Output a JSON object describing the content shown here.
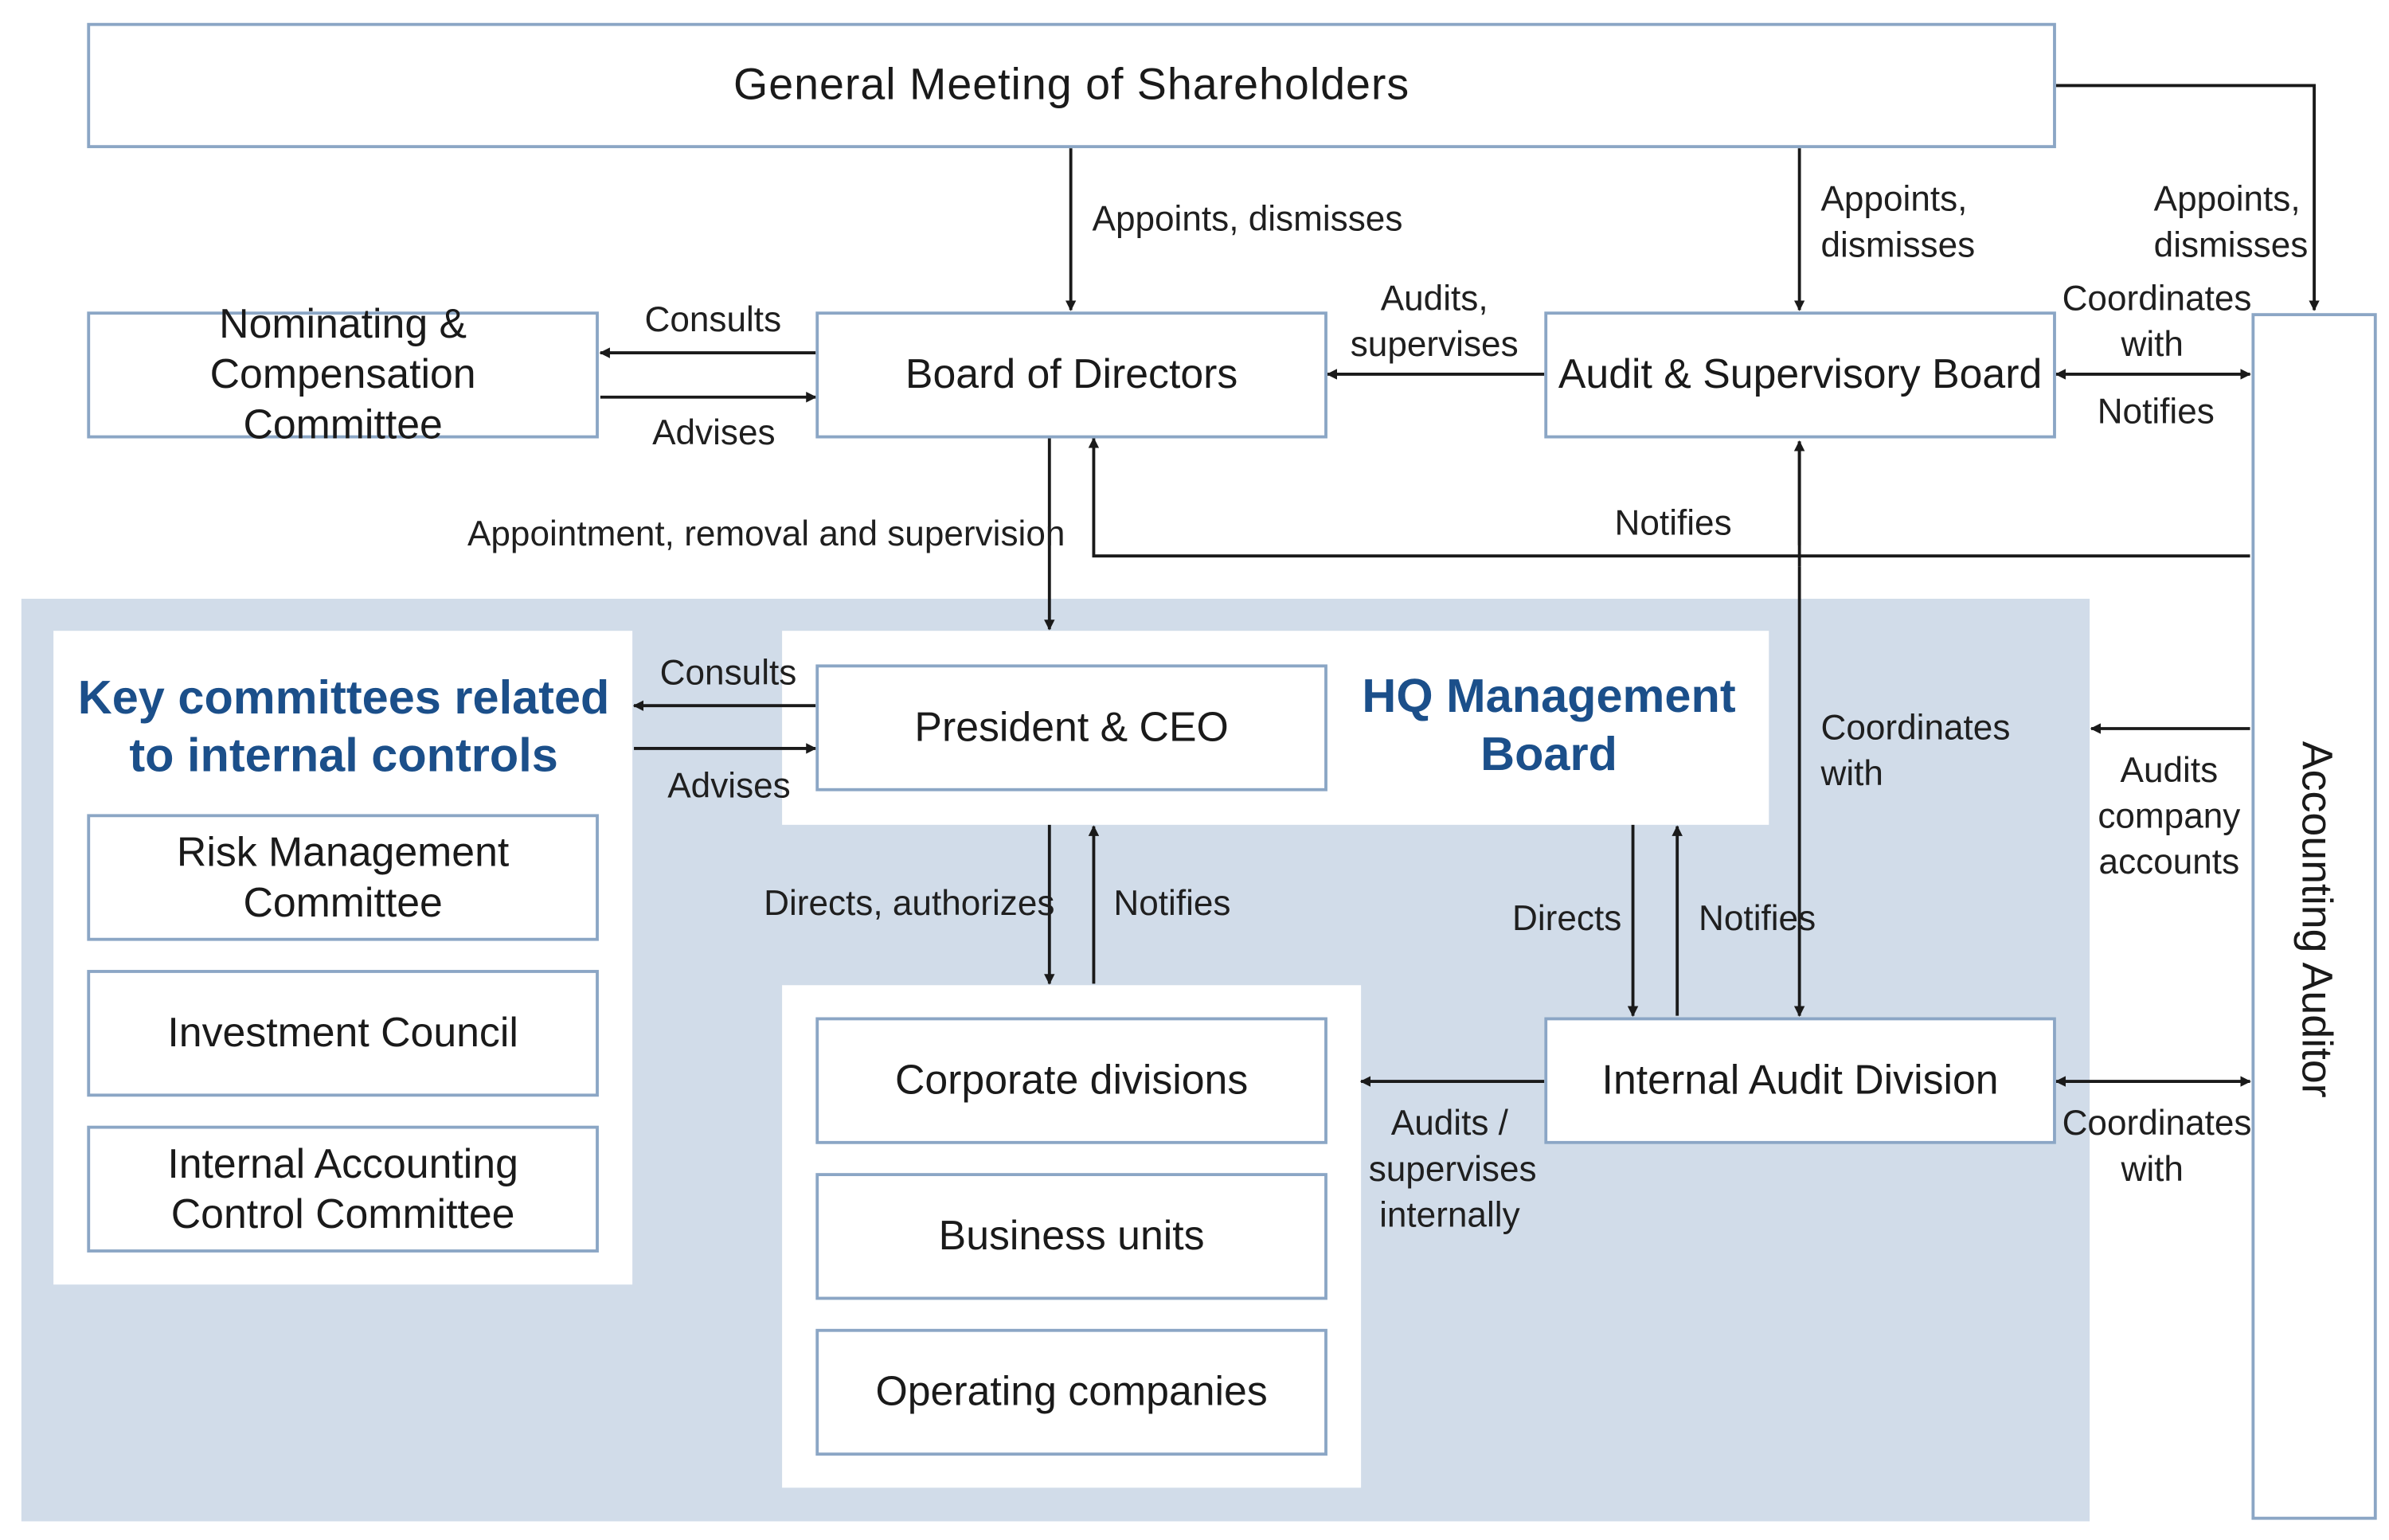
{
  "boxes": {
    "shareholders": "General Meeting of Shareholders",
    "nominating": "Nominating & Compensation Committee",
    "board": "Board of Directors",
    "audit_board": "Audit & Supervisory Board",
    "accounting_auditor": "Accounting Auditor",
    "president": "President & CEO",
    "risk": "Risk Management Committee",
    "investment": "Investment Council",
    "internal_accounting": "Internal Accounting Control Committee",
    "corporate": "Corporate divisions",
    "business": "Business units",
    "operating": "Operating companies",
    "internal_audit": "Internal Audit Division"
  },
  "headings": {
    "key_committees": "Key committees related to internal controls",
    "hq_board": "HQ Management Board"
  },
  "labels": {
    "appoints_board": "Appoints, dismisses",
    "appoints_audit": "Appoints, dismisses",
    "appoints_auditor": "Appoints, dismisses",
    "consults_top": "Consults",
    "advises_top": "Advises",
    "audits_supervises": "Audits, supervises",
    "coordinates_top": "Coordinates with",
    "notifies_audit_board": "Notifies",
    "appointment_removal": "Appointment, removal and supervision",
    "notifies_board": "Notifies",
    "consults_mid": "Consults",
    "advises_mid": "Advises",
    "coordinates_mid": "Coordinates with",
    "audits_company_accounts": "Audits company accounts",
    "directs_authorizes": "Directs, authorizes",
    "notifies_president": "Notifies",
    "directs": "Directs",
    "notifies_hq": "Notifies",
    "audits_supervises_internally": "Audits / supervises internally",
    "coordinates_bottom": "Coordinates with"
  },
  "colors": {
    "region_fill": "#d1dce9",
    "box_border": "#8ba6c5",
    "heading": "#1b4f8a",
    "arrow": "#1a1a1a"
  }
}
